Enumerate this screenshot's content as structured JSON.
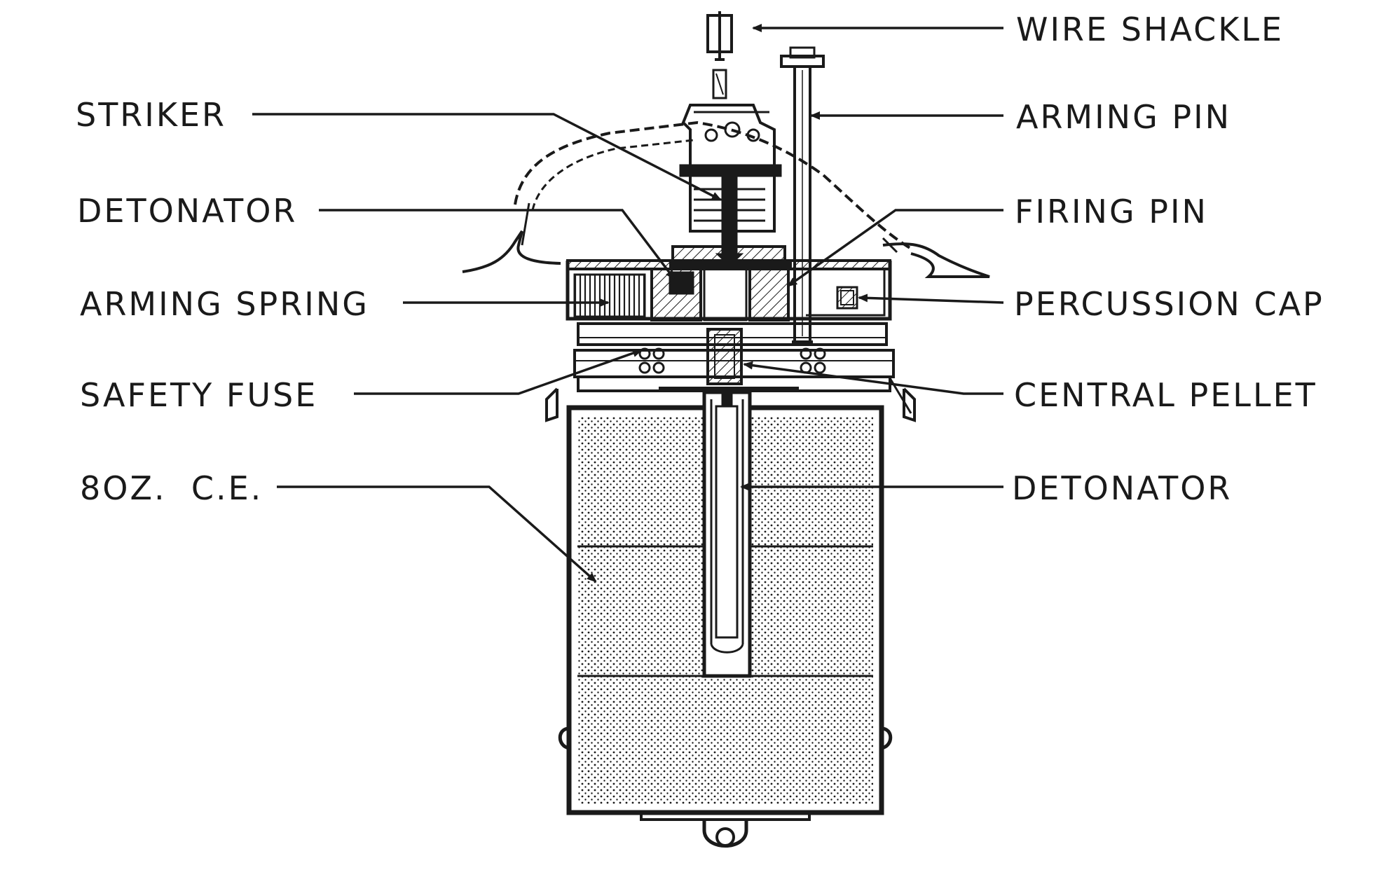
{
  "colors": {
    "ink": "#1a1a1a",
    "paper": "#ffffff"
  },
  "labels": {
    "left": {
      "striker": "STRIKER",
      "detonator": "DETONATOR",
      "arming_spring": "ARMING SPRING",
      "safety_fuse": "SAFETY FUSE",
      "charge": "8OZ.  C.E."
    },
    "right": {
      "wire_shackle": "WIRE SHACKLE",
      "arming_pin": "ARMING PIN",
      "firing_pin": "FIRING PIN",
      "percussion_cap": "PERCUSSION CAP",
      "central_pellet": "CENTRAL PELLET",
      "detonator": "DETONATOR"
    }
  }
}
